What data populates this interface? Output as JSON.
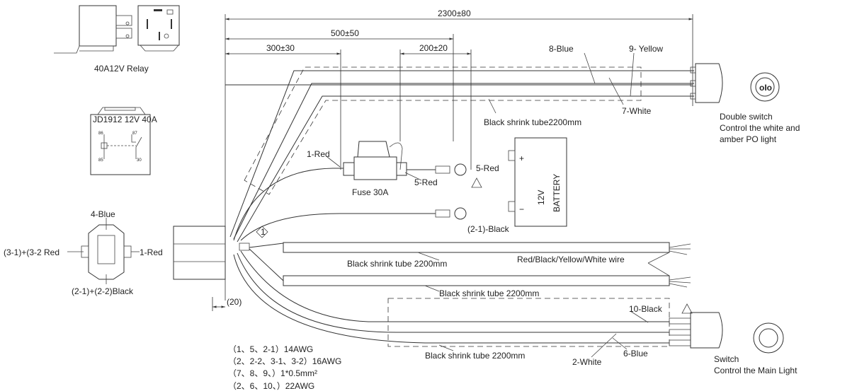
{
  "relay": {
    "title": "40A12V Relay",
    "schematic_label": "JD1912 12V 40A",
    "pins": [
      "86",
      "87",
      "85",
      "30"
    ]
  },
  "dimensions": {
    "total": "2300±80",
    "d500": "500±50",
    "d300": "300±30",
    "d200": "200±20",
    "d20": "(20)"
  },
  "connector": {
    "pin_4": "4-Blue",
    "pin_3": "(3-1)+(3-2 Red",
    "pin_1": "1-Red",
    "pin_2": "(2-1)+(2-2)Black"
  },
  "upper_harness": {
    "wire_8": "8-Blue",
    "wire_9": "9- Yellow",
    "wire_7": "7-White",
    "tube": "Black shrink tube2200mm",
    "switch_desc": [
      "Double switch",
      "Control the white and",
      "amber PO light"
    ]
  },
  "fuse": {
    "wire_1": "1-Red",
    "wire_5a": "5-Red",
    "wire_5b": "5-Red",
    "label": "Fuse 30A",
    "ground": "(2-1)-Black"
  },
  "battery": {
    "plus": "+",
    "minus": "−",
    "voltage": "12V",
    "label": "BATTERY"
  },
  "lower_harness": {
    "tube1": "Black shrink tube 2200mm",
    "wire_bundle": "Red/Black/Yellow/White wire",
    "tube2": "Black shrink tube 2200mm",
    "tube3": "Black shrink tube 2200mm",
    "wire_10": "10-Black",
    "wire_2": "2-White",
    "wire_6": "6-Blue",
    "switch_desc": [
      "Switch",
      "Control the Main Light"
    ]
  },
  "notes": [
    "（1、5、2-1）14AWG",
    "（2、2-2、3-1、3-2）16AWG",
    "（7、8、9、）1*0.5mm²",
    "（2、6、10、）22AWG"
  ],
  "markers": {
    "note_1": "1"
  }
}
